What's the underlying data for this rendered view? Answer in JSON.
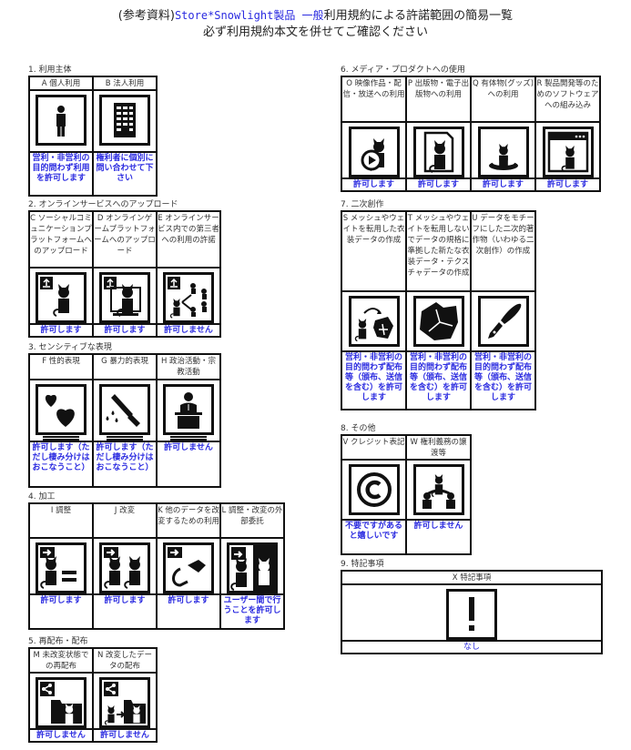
{
  "header": {
    "line1_prefix": "(参考資料)",
    "line1_brand": "Store*Snowlight製品 一般",
    "line1_suffix": "利用規約による許諾範囲の簡易一覧",
    "line2": "必ず利用規約本文を併せてご確認ください"
  },
  "colors": {
    "allow_text": "#2a2ae0",
    "border": "#111111",
    "background": "#ffffff"
  },
  "sections": [
    {
      "title": "1. 利用主体",
      "items": [
        {
          "label": "A 個人利用",
          "icon": "person-icon",
          "result": "営利・非営利の目的問わず利用を許可します"
        },
        {
          "label": "B 法人利用",
          "icon": "building-icon",
          "result": "権利者に個別に問い合わせて下さい"
        }
      ]
    },
    {
      "title": "2. オンラインサービスへのアップロード",
      "items": [
        {
          "label": "C ソーシャルコミュニケーションプラットフォームへのアップロード",
          "icon": "upload-avatar-icon",
          "result": "許可します"
        },
        {
          "label": "D オンラインゲームプラットフォームへのアップロード",
          "icon": "upload-monitor-icon",
          "result": "許可します"
        },
        {
          "label": "E オンラインサービス内での第三者への利用の許諾",
          "icon": "upload-share-icon",
          "result": "許可しません"
        }
      ]
    },
    {
      "title": "3. センシティブな表現",
      "items": [
        {
          "label": "F 性的表現",
          "icon": "hearts-icon",
          "result": "許可します（ただし棲み分けはおこなうこと）"
        },
        {
          "label": "G 暴力的表現",
          "icon": "knife-icon",
          "result": "許可します（ただし棲み分けはおこなうこと）"
        },
        {
          "label": "H 政治活動・宗教活動",
          "icon": "podium-icon",
          "result": "許可しません"
        }
      ]
    },
    {
      "title": "4. 加工",
      "items": [
        {
          "label": "I 調整",
          "icon": "adjust-icon",
          "result": "許可します"
        },
        {
          "label": "J 改変",
          "icon": "modify-icon",
          "result": "許可します"
        },
        {
          "label": "K 他のデータを改変するための利用",
          "icon": "bow-icon",
          "result": "許可します"
        },
        {
          "label": "L 調整・改変の外部委託",
          "icon": "outsource-icon",
          "result": "ユーザー間で行うことを許可します"
        }
      ]
    },
    {
      "title": "5. 再配布・配布",
      "items": [
        {
          "label": "M 未改変状態での再配布",
          "icon": "share-folder-icon",
          "result": "許可しません"
        },
        {
          "label": "N 改変したデータの配布",
          "icon": "share-modified-icon",
          "result": "許可しません"
        }
      ]
    },
    {
      "title": "6. メディア・プロダクトへの使用",
      "items": [
        {
          "label": "O 映像作品・配信・放送への利用",
          "icon": "video-play-icon",
          "result": "許可します"
        },
        {
          "label": "P 出版物・電子出版物への利用",
          "icon": "document-icon",
          "result": "許可します"
        },
        {
          "label": "Q 有体物(グッズ)への利用",
          "icon": "figure-icon",
          "result": "許可します"
        },
        {
          "label": "R 製品開発等のためのソフトウェアへの組み込み",
          "icon": "app-window-icon",
          "result": "許可します"
        }
      ]
    },
    {
      "title": "7. 二次創作",
      "items": [
        {
          "label": "S メッシュやウェイトを転用した衣装データの作成",
          "icon": "mesh-transfer-icon",
          "result": "営利・非営利の目的問わず配布等（頒布、送信を含む）を許可します"
        },
        {
          "label": "T メッシュやウェイトを転用しないでデータの規格に準拠した新たな衣装データ・テクスチャデータの作成",
          "icon": "cloth-icon",
          "result": "営利・非営利の目的問わず配布等（頒布、送信を含む）を許可します"
        },
        {
          "label": "U データをモチーフにした二次的著作物（いわゆる二次創作）の作成",
          "icon": "pen-nib-icon",
          "result": "営利・非営利の目的問わず配布等（頒布、送信を含む）を許可します"
        }
      ]
    },
    {
      "title": "8. その他",
      "items": [
        {
          "label": "V クレジット表記",
          "icon": "copyright-icon",
          "result": "不要ですがあると嬉しいです"
        },
        {
          "label": "W 権利義務の譲渡等",
          "icon": "transfer-rights-icon",
          "result": "許可しません"
        }
      ]
    },
    {
      "title": "9. 特記事項",
      "items": [
        {
          "label": "X 特記事項",
          "icon": "exclamation-icon",
          "result": "なし"
        }
      ]
    }
  ]
}
